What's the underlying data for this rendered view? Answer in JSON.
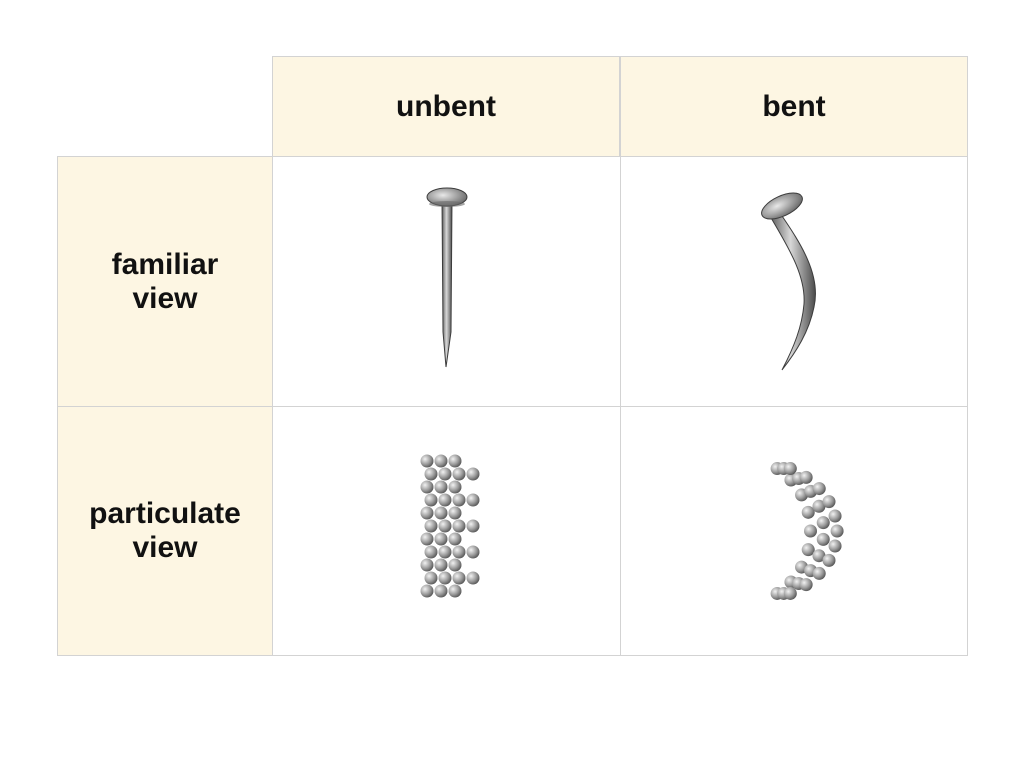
{
  "columns": [
    {
      "label": "unbent"
    },
    {
      "label": "bent"
    }
  ],
  "rows": [
    {
      "label_line1": "familiar",
      "label_line2": "view"
    },
    {
      "label_line1": "particulate",
      "label_line2": "view"
    }
  ],
  "colors": {
    "header_background": "#fdf6e3",
    "grid_line": "#d3d3d3",
    "metal": "#8c8c8c"
  },
  "icons": {
    "unbent_nail": "straight-nail-icon",
    "bent_nail": "bent-nail-icon",
    "unbent_particles": "particle-column-icon",
    "bent_particles": "particle-arc-icon"
  }
}
